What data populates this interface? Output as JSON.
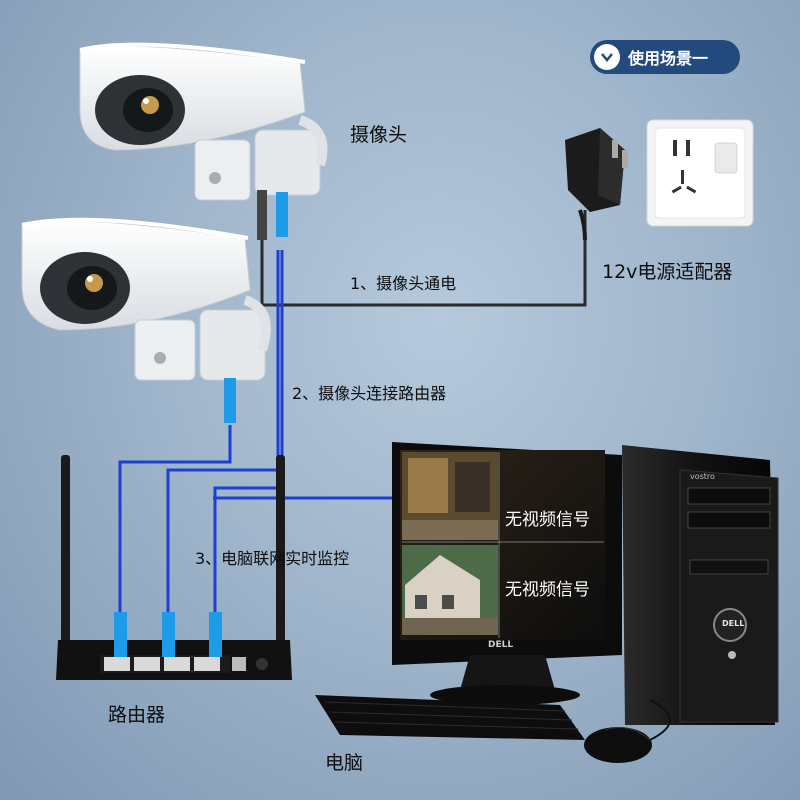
{
  "badge": {
    "label": "使用场景一",
    "icon": "chevron-down-icon"
  },
  "devices": {
    "camera": "摄像头",
    "adapter": "12v电源适配器",
    "router": "路由器",
    "computer": "电脑"
  },
  "steps": [
    {
      "label": "1、摄像头通电"
    },
    {
      "label": "2、摄像头连接路由器"
    },
    {
      "label": "3、电脑联网实时监控"
    }
  ],
  "monitor": {
    "tiles": [
      {
        "text": ""
      },
      {
        "text": "无视频信号"
      },
      {
        "text": ""
      },
      {
        "text": "无视频信号"
      }
    ],
    "brand": "DELL"
  },
  "tower": {
    "model": "vostro",
    "brand": "DELL"
  },
  "colors": {
    "background": "#9fb5cb",
    "badge": "#234a7c",
    "network_cable": "#1f3fd0",
    "power_cable": "#2a2a2a",
    "connector": "#1e9be6"
  }
}
